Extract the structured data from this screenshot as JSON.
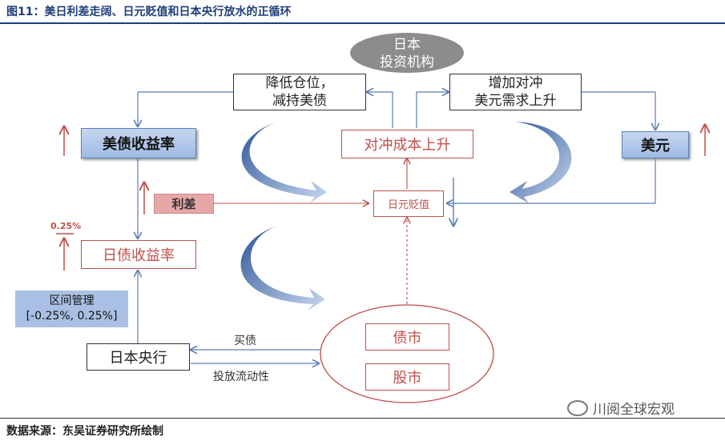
{
  "title": "图11：美日利差走阔、日元贬值和日本央行放水的正循环",
  "source": "数据来源：东吴证券研究所绘制",
  "watermark": "川阅全球宏观",
  "nodes": {
    "japan_investors": "日本\n投资机构",
    "reduce_positions": "降低仓位，\n减持美债",
    "increase_hedge": "增加对冲\n美元需求上升",
    "us_yield": "美债收益率",
    "usd": "美元",
    "hedge_cost": "对冲成本上升",
    "spread": "利差",
    "jpy_depr": "日元贬值",
    "jp_yield": "日债收益率",
    "range_mgmt": "区间管理\n[-0.25%, 0.25%]",
    "boj": "日本央行",
    "bond_mkt": "债市",
    "stock_mkt": "股市"
  },
  "labels": {
    "buy_bonds": "买债",
    "liquidity": "投放流动性",
    "threshold": "0.25%"
  },
  "colors": {
    "red": "#c0504d",
    "blue": "#5a7fb5",
    "title": "#1f3d7a"
  }
}
